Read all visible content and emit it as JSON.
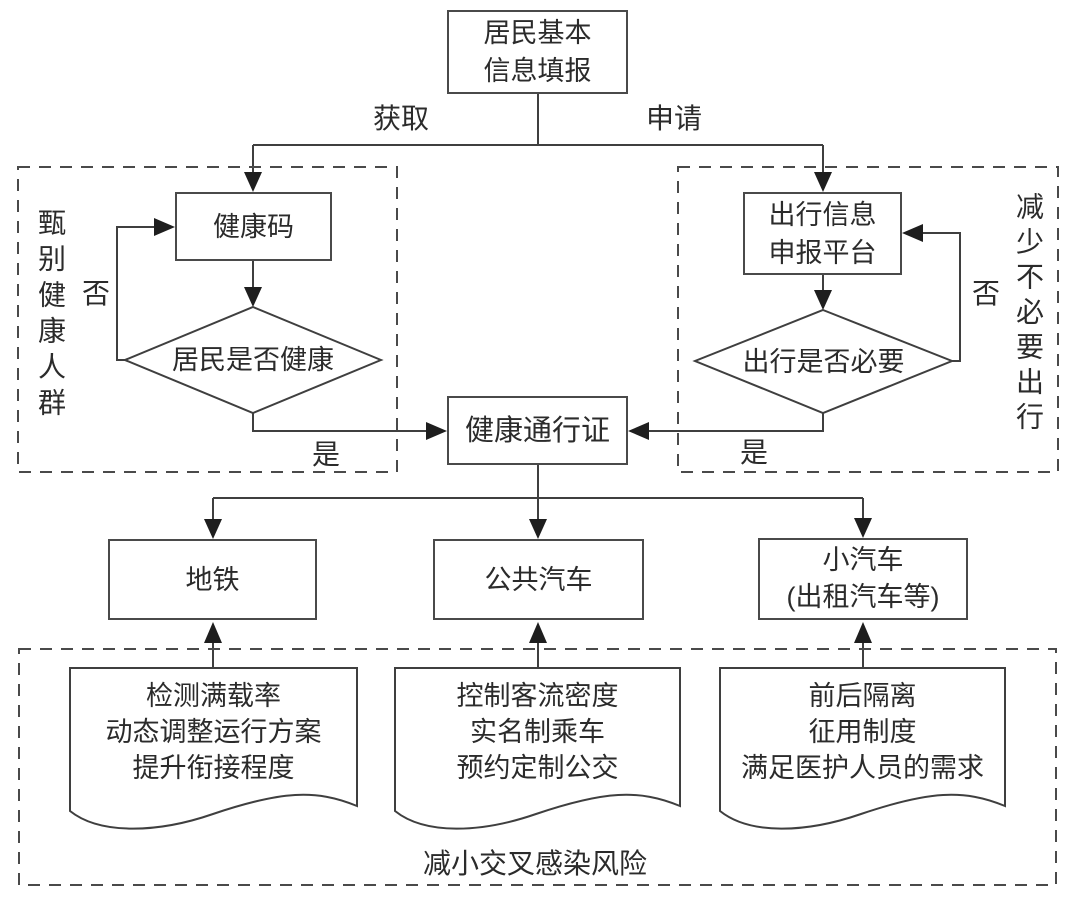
{
  "diagram": {
    "title_box": "居民基本\n信息填报",
    "edge_labels": {
      "obtain": "获取",
      "apply": "申请",
      "no_left": "否",
      "no_right": "否",
      "yes_left": "是",
      "yes_right": "是"
    },
    "left_group": {
      "side_label": "甄别健康人群",
      "process_box": "健康码",
      "decision": "居民是否健康"
    },
    "right_group": {
      "side_label": "减少不必要出行",
      "process_box": "出行信息\n申报平台",
      "decision": "出行是否必要"
    },
    "pass_box": "健康通行证",
    "transport": {
      "subway": "地铁",
      "bus": "公共汽车",
      "car": "小汽车\n(出租汽车等)"
    },
    "measures": {
      "subway": "检测满载率\n动态调整运行方案\n提升衔接程度",
      "bus": "控制客流密度\n实名制乘车\n预约定制公交",
      "car": "前后隔离\n征用制度\n满足医护人员的需求"
    },
    "bottom_caption": "减小交叉感染风险",
    "colors": {
      "line": "#3f3f3f",
      "arrow": "#1e1e1e",
      "text": "#2b2b2b",
      "background": "#ffffff"
    }
  }
}
